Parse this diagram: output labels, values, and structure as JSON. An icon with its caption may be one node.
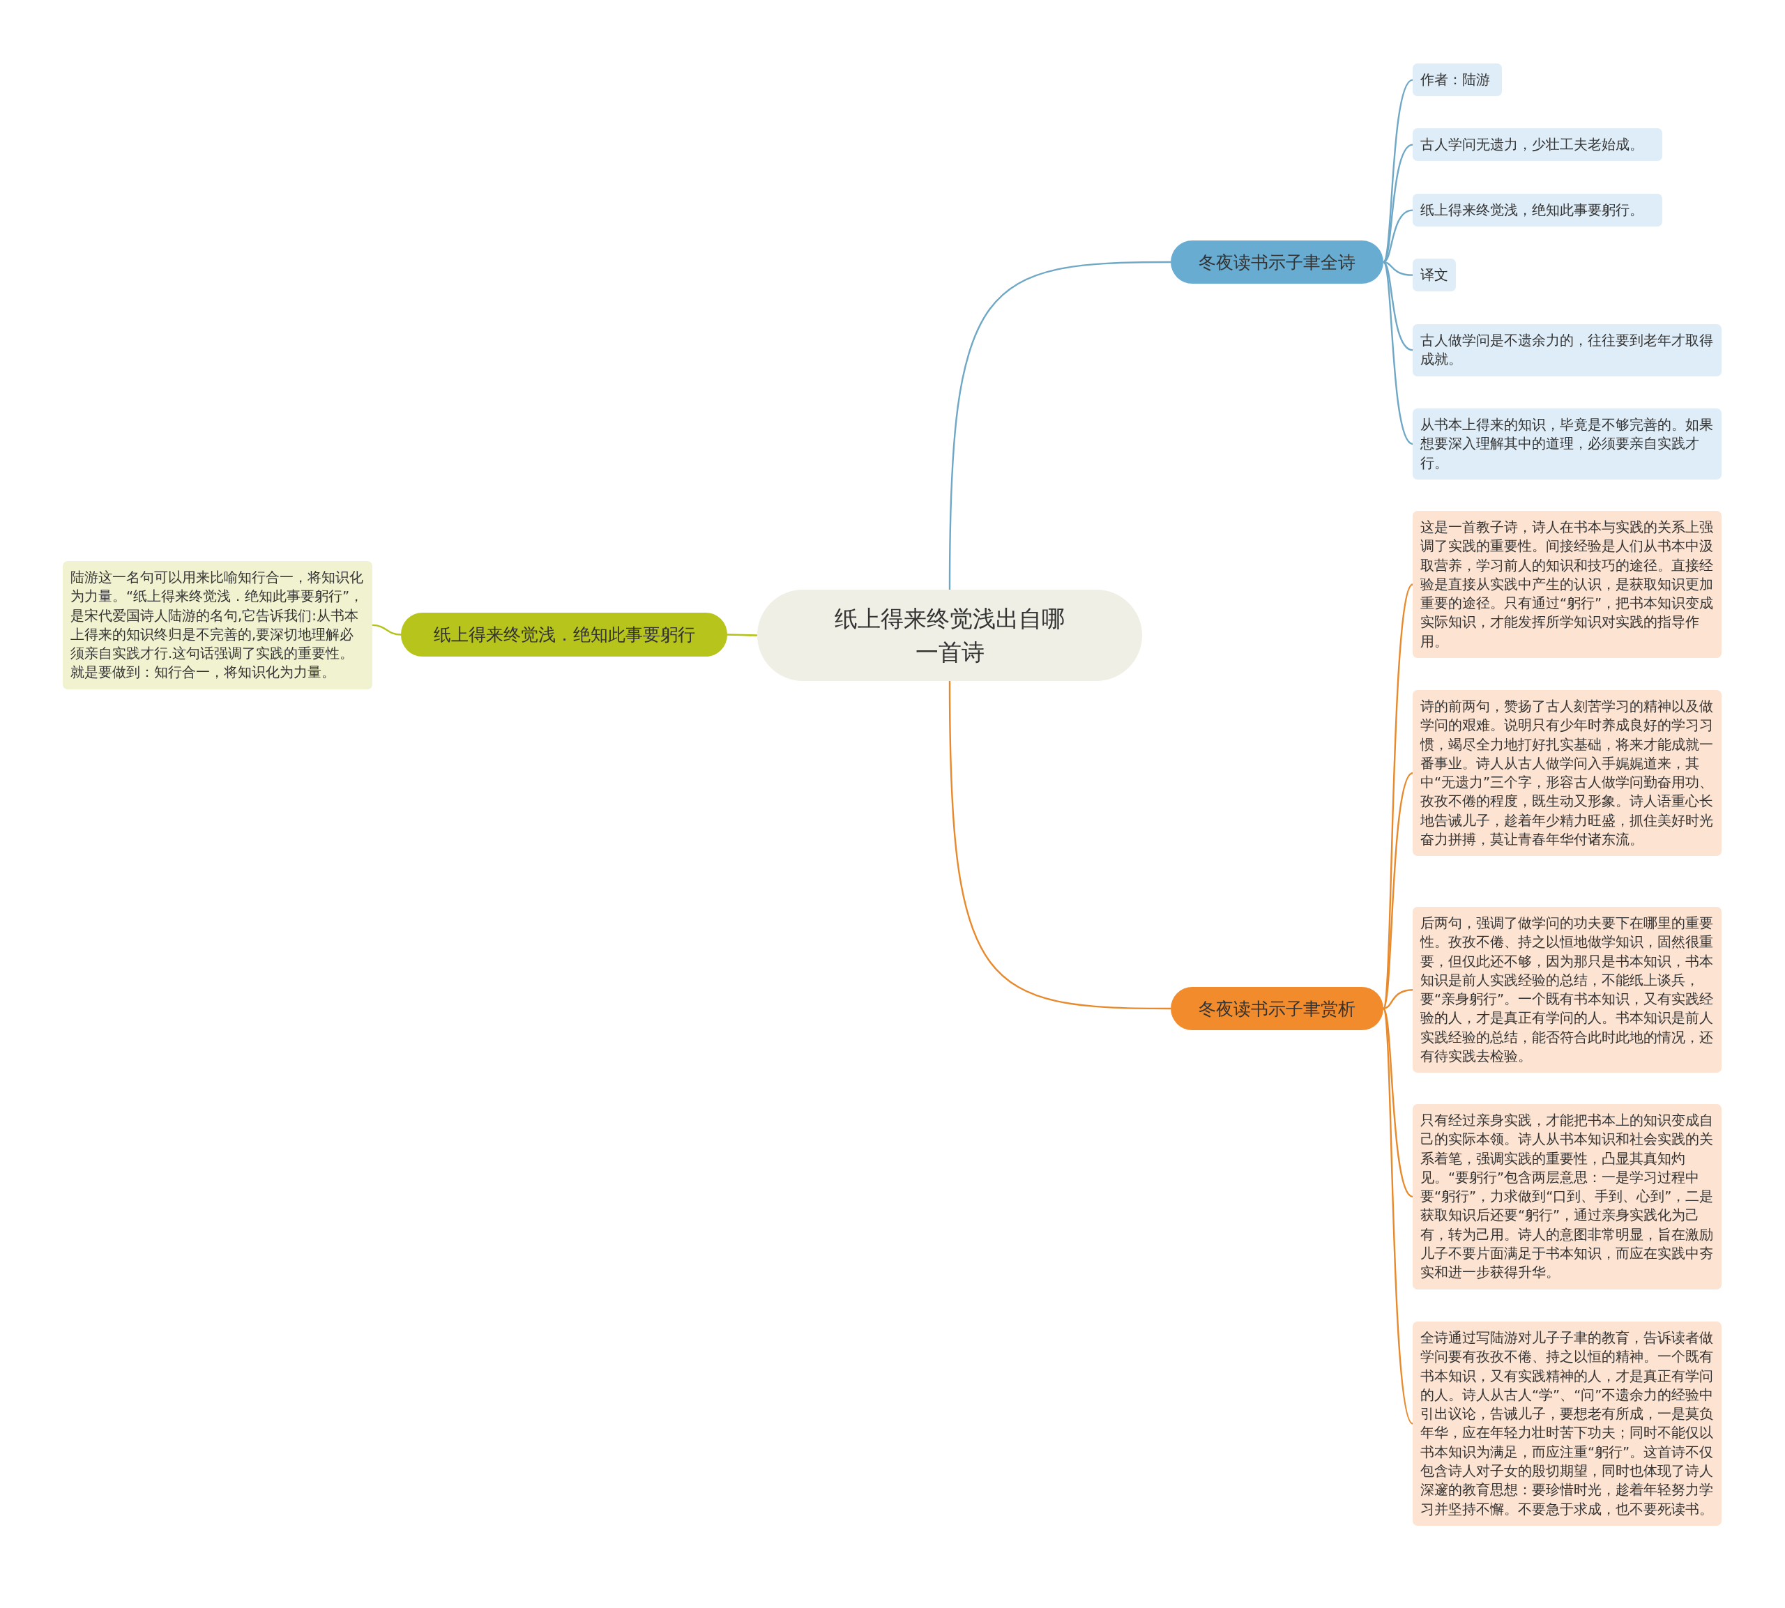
{
  "diagram": {
    "nodes": [
      {
        "text": [
          "纸上得来终觉浅出自哪一首诗"
        ]
      },
      {
        "text": [
          "冬夜读书示子聿全诗"
        ]
      },
      {
        "text": [
          "作者：陆游"
        ]
      },
      {
        "text": [
          "古人学问无遗力，少壮工夫老始成。"
        ]
      },
      {
        "text": [
          "纸上得来终觉浅，绝知此事要躬行。"
        ]
      },
      {
        "text": [
          "译文"
        ]
      },
      {
        "text": [
          "古人做学问是不遗余力的，往往要到老年才取得成就。"
        ]
      },
      {
        "text": [
          "从书本上得来的知识，毕竟是不够完善的。如果想要深入理解其中的道理，必须要亲自实践才行。"
        ]
      },
      {
        "text": [
          "冬夜读书示子聿赏析"
        ]
      },
      {
        "text": [
          "这是一首教子诗，诗人在书本与实践的关系上强调了实践的重要性。间接经验是人们从书本中汲取营养，学习前人的知识和技巧的途径。直接经验是直接从实践中产生的认识，是获取知识更加重要的途径。只有通过“躬行”，把书本知识变成实际知识，才能发挥所学知识对实践的指导作用。"
        ]
      },
      {
        "text": [
          "诗的前两句，赞扬了古人刻苦学习的精神以及做学问的艰难。说明只有少年时养成良好的学习习惯，竭尽全力地打好扎实基础，将来才能成就一番事业。诗人从古人做学问入手娓娓道来，其中“无遗力”三个字，形容古人做学问勤奋用功、孜孜不倦的程度，既生动又形象。诗人语重心长地告诫儿子，趁着年少精力旺盛，抓住美好时光奋力拼搏，莫让青春年华付诸东流。"
        ]
      },
      {
        "text": [
          "后两句，强调了做学问的功夫要下在哪里的重要性。孜孜不倦、持之以恒地做学知识，固然很重要，但仅此还不够，因为那只是书本知识，书本知识是前人实践经验的总结，不能纸上谈兵，要“亲身躬行”。一个既有书本知识，又有实践经验的人，才是真正有学问的人。书本知识是前人实践经验的总结，能否符合此时此地的情况，还有待实践去检验。"
        ]
      },
      {
        "text": [
          "只有经过亲身实践，才能把书本上的知识变成自己的实际本领。诗人从书本知识和社会实践的关系着笔，强调实践的重要性，凸显其真知灼见。“要躬行”包含两层意思：一是学习过程中要“躬行”，力求做到“口到、手到、心到”，二是获取知识后还要“躬行”，通过亲身实践化为己有，转为己用。诗人的意图非常明显，旨在激励儿子不要片面满足于书本知识，而应在实践中夯实和进一步获得升华。"
        ]
      },
      {
        "text": [
          "全诗通过写陆游对儿子子聿的教育，告诉读者做学问要有孜孜不倦、持之以恒的精神。一个既有书本知识，又有实践精神的人，才是真正有学问的人。诗人从古人“学”、“问”不遗余力的经验中引出议论，告诫儿子，要想老有所成，一是莫负年华，应在年轻力壮时苦下功夫；同时不能仅以书本知识为满足，而应注重“躬行”。这首诗不仅包含诗人对子女的殷切期望，同时也体现了诗人深邃的教育思想：要珍惜时光，趁着年轻努力学习并坚持不懈。不要急于求成，也不要死读书。"
        ]
      },
      {
        "text": [
          "纸上得来终觉浅．绝知此事要躬行"
        ]
      },
      {
        "text": [
          "陆游这一名句可以用来比喻知行合一，将知识化为力量。“纸上得来终觉浅．绝知此事要躬行”，是宋代爱国诗人陆游的名句,它告诉我们:从书本上得来的知识终归是不完善的,要深切地理解必须亲自实践才行.这句话强调了实践的重要性。就是要做到：知行合一，将知识化为力量。"
        ]
      }
    ],
    "edges": [
      {
        "from": 0,
        "to": 1,
        "arrow": "none"
      },
      {
        "from": 1,
        "to": 2,
        "arrow": "none"
      },
      {
        "from": 1,
        "to": 3,
        "arrow": "none"
      },
      {
        "from": 1,
        "to": 4,
        "arrow": "none"
      },
      {
        "from": 1,
        "to": 5,
        "arrow": "none"
      },
      {
        "from": 1,
        "to": 6,
        "arrow": "none"
      },
      {
        "from": 1,
        "to": 7,
        "arrow": "none"
      },
      {
        "from": 0,
        "to": 8,
        "arrow": "none",
        "color": "#e8892b"
      },
      {
        "from": 8,
        "to": 9,
        "arrow": "none",
        "color": "#e8892b"
      },
      {
        "from": 8,
        "to": 10,
        "arrow": "none",
        "color": "#e8892b"
      },
      {
        "from": 8,
        "to": 11,
        "arrow": "none",
        "color": "#e8892b"
      },
      {
        "from": 8,
        "to": 12,
        "arrow": "none",
        "color": "#e8892b"
      },
      {
        "from": 8,
        "to": 13,
        "arrow": "none",
        "color": "#e8892b"
      },
      {
        "from": 0,
        "to": 14,
        "arrow": "none",
        "color": "#b5c21a"
      },
      {
        "from": 14,
        "to": 15,
        "arrow": "none",
        "color": "#b5c21a"
      }
    ]
  }
}
